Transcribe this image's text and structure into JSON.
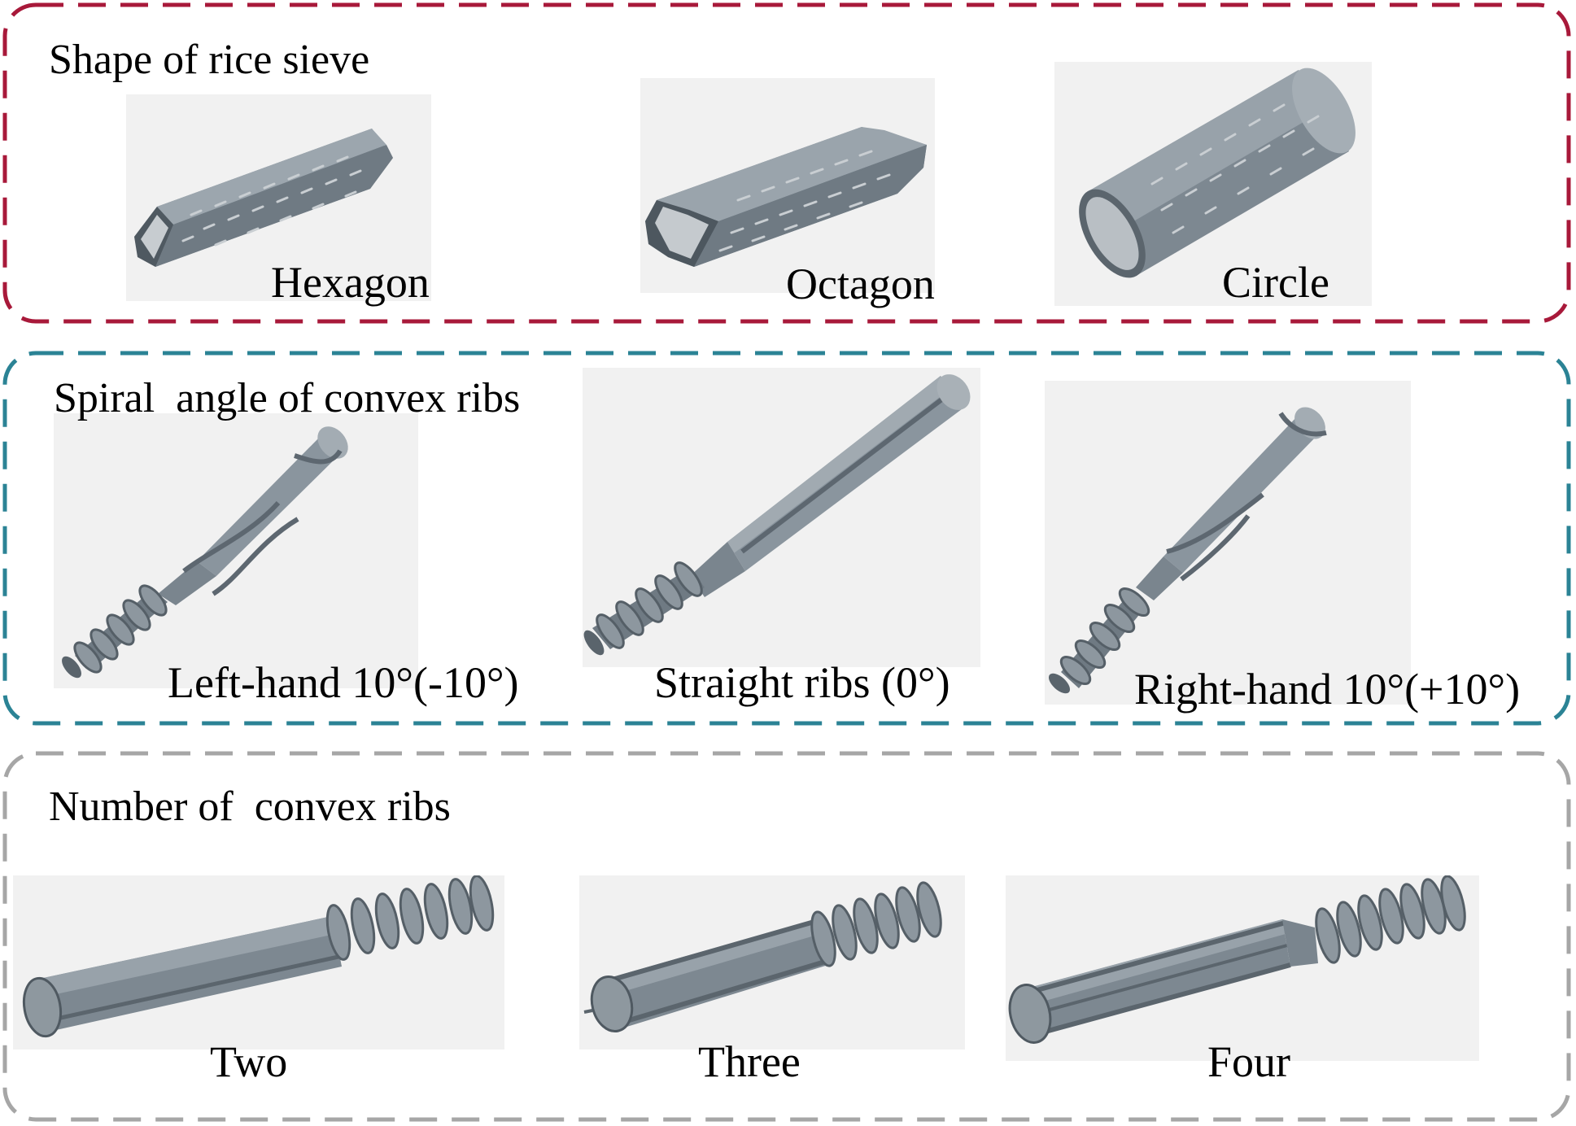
{
  "panels": [
    {
      "title": "Shape of rice sieve",
      "border_color": "#a8193a",
      "items": [
        {
          "label": "Hexagon",
          "icon": "hexagon-sieve-icon"
        },
        {
          "label": "Octagon",
          "icon": "octagon-sieve-icon"
        },
        {
          "label": "Circle",
          "icon": "circle-sieve-icon"
        }
      ]
    },
    {
      "title": "Spiral  angle of convex ribs",
      "border_color": "#2b8395",
      "items": [
        {
          "label": "Left-hand 10°(-10°)",
          "icon": "left-hand-rib-roller-icon"
        },
        {
          "label": "Straight ribs (0°)",
          "icon": "straight-rib-roller-icon"
        },
        {
          "label": "Right-hand 10°(+10°)",
          "icon": "right-hand-rib-roller-icon"
        }
      ]
    },
    {
      "title": "Number of  convex ribs",
      "border_color": "#a6a6a6",
      "items": [
        {
          "label": "Two",
          "icon": "two-rib-roller-icon"
        },
        {
          "label": "Three",
          "icon": "three-rib-roller-icon"
        },
        {
          "label": "Four",
          "icon": "four-rib-roller-icon"
        }
      ]
    }
  ]
}
